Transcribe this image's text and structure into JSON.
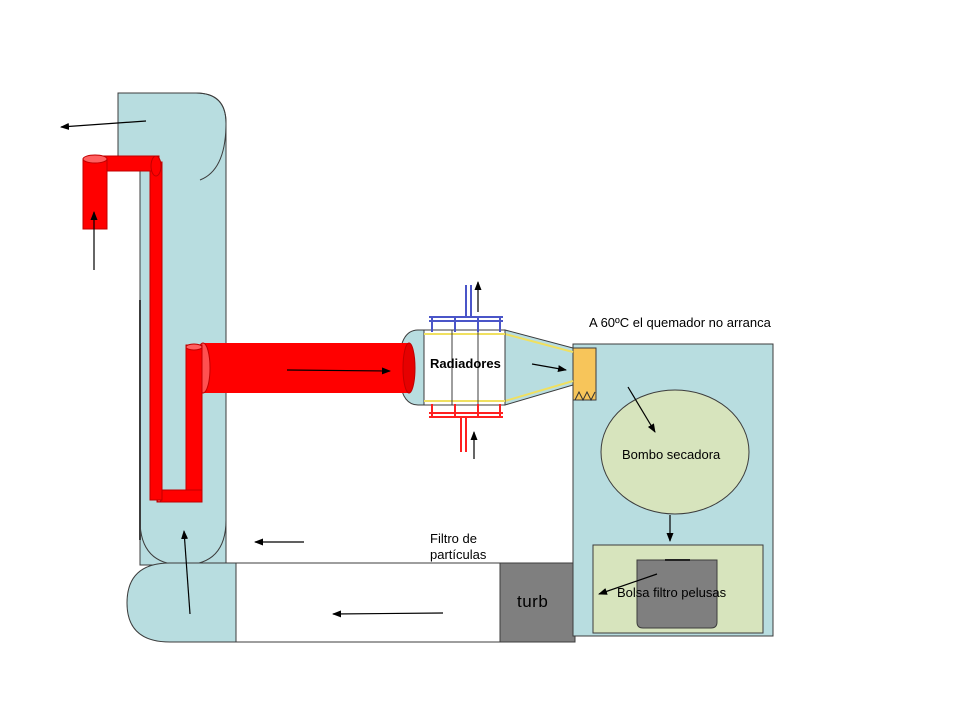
{
  "labels": {
    "burner_note": "A 60ºC el quemador no arranca",
    "radiators": "Radiadores",
    "dryer_drum": "Bombo secadora",
    "particle_filter": "Filtro de\npartículas",
    "lint_filter_bag": "Bolsa filtro pelusas",
    "fan": "turb"
  },
  "colors": {
    "duct": "#B8DDE0",
    "pipe_red": "#FF0000",
    "pipe_red_dark": "#C00000",
    "water_blue": "#4A55C8",
    "drum": "#D7E4BD",
    "fan": "#7F7F7F",
    "burner": "#F7C55A",
    "duct_outline": "#3C3C3C"
  }
}
